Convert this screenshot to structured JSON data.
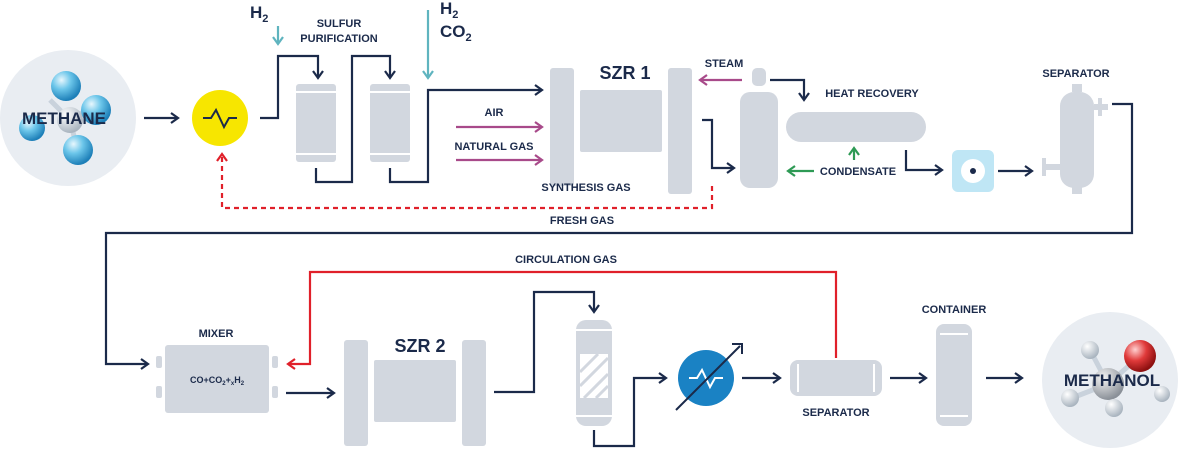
{
  "colors": {
    "navy": "#1b2a4a",
    "equipment_grey": "#d2d7df",
    "teal": "#5fb4bf",
    "magenta": "#a84a8a",
    "red": "#e0202a",
    "green": "#2e9a55",
    "yellow": "#f7e600",
    "blue": "#1a82c4",
    "light_blue": "#bfe6f5"
  },
  "icons": {
    "methane": "methane-molecule-icon",
    "methanol": "methanol-molecule-icon",
    "compressor": "wave-compressor-icon",
    "heat_exchanger": "heat-exchanger-icon",
    "pump": "pump-icon"
  },
  "labels": {
    "methane": "METHANE",
    "methanol": "METHANOL",
    "h2_top": "H",
    "h2_top_sub": "2",
    "h2_right": "H",
    "h2_right_sub": "2",
    "co2": "CO",
    "co2_sub": "2",
    "sulfur_purification_1": "SULFUR",
    "sulfur_purification_2": "PURIFICATION",
    "szr1": "SZR 1",
    "szr2": "SZR 2",
    "air": "AIR",
    "natural_gas": "NATURAL GAS",
    "synthesis_gas": "SYNTHESIS GAS",
    "steam": "STEAM",
    "heat_recovery": "HEAT RECOVERY",
    "condensate": "CONDENSATE",
    "separator_top": "SEPARATOR",
    "fresh_gas": "FRESH GAS",
    "circulation_gas": "CIRCULATION GAS",
    "mixer": "MIXER",
    "mixer_formula_a": "CO+CO",
    "mixer_formula_sub1": "2",
    "mixer_formula_b": "+",
    "mixer_formula_sub2": "x",
    "mixer_formula_c": "H",
    "mixer_formula_sub3": "2",
    "container": "CONTAINER",
    "separator_bottom": "SEPARATOR"
  }
}
